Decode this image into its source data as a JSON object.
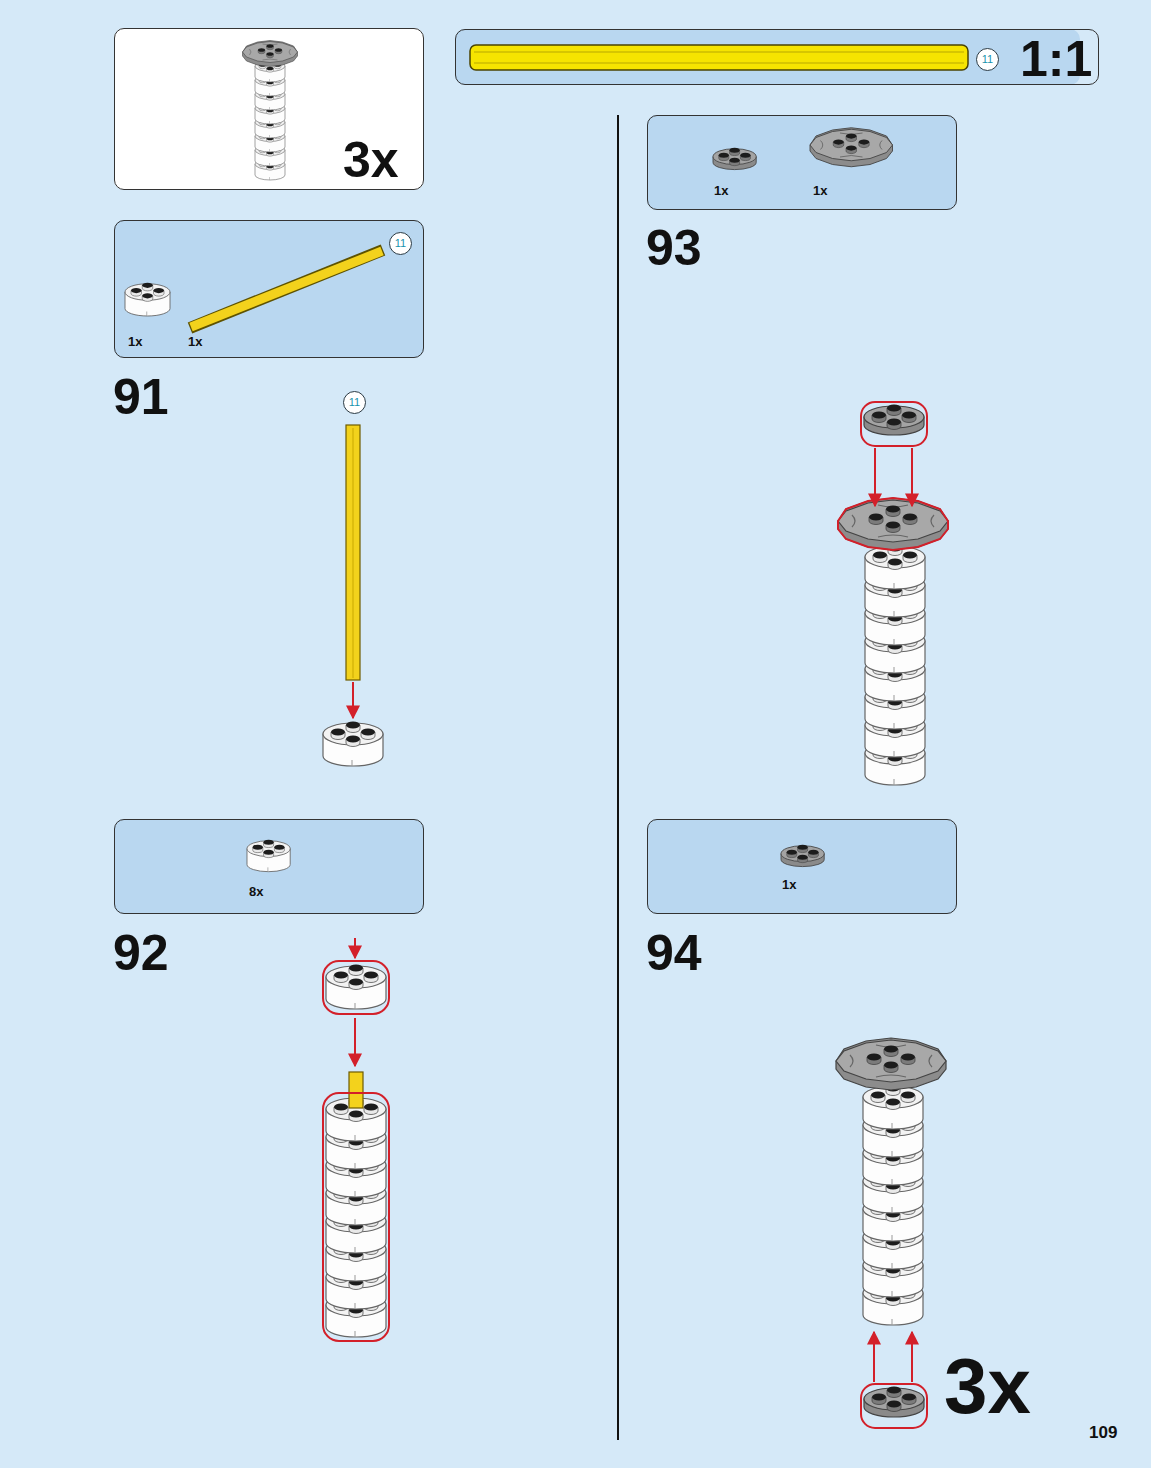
{
  "diagram": {
    "nodes": [
      {
        "text": [
          "3x"
        ]
      },
      {
        "text": [
          "1:1"
        ]
      },
      {
        "text": [
          "11"
        ],
        "in": 1
      },
      {
        "text": [
          "1x",
          "1x"
        ]
      },
      {
        "text": [
          "11"
        ],
        "in": 3
      },
      {
        "text": [
          "8x"
        ]
      },
      {
        "text": [
          "1x",
          "1x"
        ]
      },
      {
        "text": [
          "1x"
        ]
      }
    ],
    "labels": [
      "91",
      "11",
      "92",
      "93",
      "94",
      "3x",
      "109"
    ]
  }
}
